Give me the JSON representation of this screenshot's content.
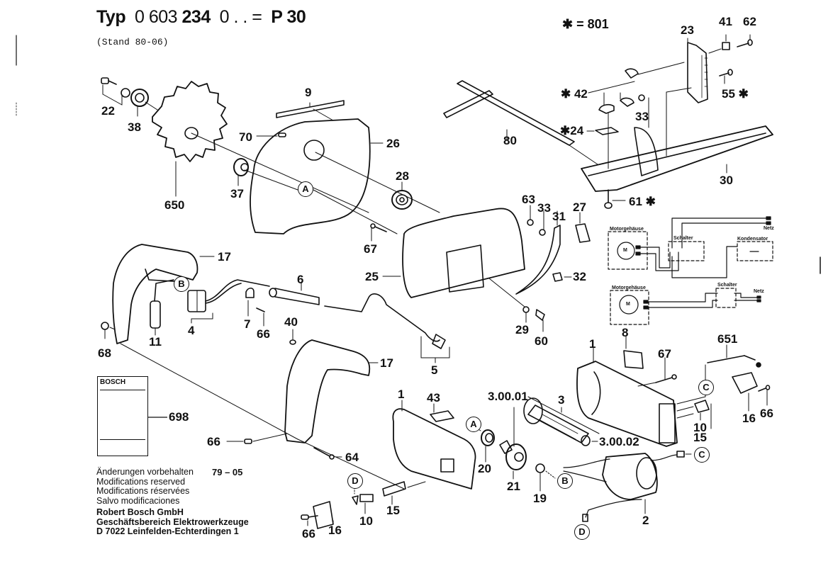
{
  "header": {
    "typ_label": "Typ",
    "typ_number_prefix": "0 603",
    "typ_number_bold": "234",
    "typ_suffix": "0 . . =",
    "model": "P 30",
    "stand": "(Stand 80-06)"
  },
  "legend": {
    "star_equals": "✱ = 801"
  },
  "parts": [
    {
      "id": "22",
      "text": "22"
    },
    {
      "id": "38",
      "text": "38"
    },
    {
      "id": "650",
      "text": "650"
    },
    {
      "id": "37",
      "text": "37"
    },
    {
      "id": "9",
      "text": "9"
    },
    {
      "id": "70",
      "text": "70"
    },
    {
      "id": "26",
      "text": "26"
    },
    {
      "id": "28",
      "text": "28"
    },
    {
      "id": "80",
      "text": "80"
    },
    {
      "id": "23",
      "text": "23"
    },
    {
      "id": "41",
      "text": "41"
    },
    {
      "id": "62",
      "text": "62"
    },
    {
      "id": "42",
      "text": "✱ 42"
    },
    {
      "id": "55",
      "text": "55 ✱"
    },
    {
      "id": "33a",
      "text": "33"
    },
    {
      "id": "24",
      "text": "✱24"
    },
    {
      "id": "30",
      "text": "30"
    },
    {
      "id": "61",
      "text": "61 ✱"
    },
    {
      "id": "63",
      "text": "63"
    },
    {
      "id": "33b",
      "text": "33"
    },
    {
      "id": "31",
      "text": "31"
    },
    {
      "id": "27",
      "text": "27"
    },
    {
      "id": "67a",
      "text": "67"
    },
    {
      "id": "25",
      "text": "25"
    },
    {
      "id": "32",
      "text": "32"
    },
    {
      "id": "29",
      "text": "29"
    },
    {
      "id": "60",
      "text": "60"
    },
    {
      "id": "17a",
      "text": "17"
    },
    {
      "id": "6",
      "text": "6"
    },
    {
      "id": "11",
      "text": "11"
    },
    {
      "id": "4",
      "text": "4"
    },
    {
      "id": "7",
      "text": "7"
    },
    {
      "id": "66a",
      "text": "66"
    },
    {
      "id": "40",
      "text": "40"
    },
    {
      "id": "68",
      "text": "68"
    },
    {
      "id": "5",
      "text": "5"
    },
    {
      "id": "17b",
      "text": "17"
    },
    {
      "id": "698",
      "text": "698"
    },
    {
      "id": "66b",
      "text": "66"
    },
    {
      "id": "64",
      "text": "64"
    },
    {
      "id": "1a",
      "text": "1"
    },
    {
      "id": "43",
      "text": "43"
    },
    {
      "id": "20",
      "text": "20"
    },
    {
      "id": "21",
      "text": "21"
    },
    {
      "id": "19",
      "text": "19"
    },
    {
      "id": "3",
      "text": "3"
    },
    {
      "id": "3.00.01",
      "text": "3.00.01"
    },
    {
      "id": "3.00.02",
      "text": "3.00.02"
    },
    {
      "id": "2",
      "text": "2"
    },
    {
      "id": "1b",
      "text": "1"
    },
    {
      "id": "8",
      "text": "8"
    },
    {
      "id": "67b",
      "text": "67"
    },
    {
      "id": "651",
      "text": "651"
    },
    {
      "id": "10a",
      "text": "10"
    },
    {
      "id": "15a",
      "text": "15"
    },
    {
      "id": "16a",
      "text": "16"
    },
    {
      "id": "66c",
      "text": "66"
    },
    {
      "id": "15b",
      "text": "15"
    },
    {
      "id": "10b",
      "text": "10"
    },
    {
      "id": "16b",
      "text": "16"
    },
    {
      "id": "66d",
      "text": "66"
    }
  ],
  "connectors": {
    "A1": "A",
    "A2": "A",
    "B1": "B",
    "B2": "B",
    "C1": "C",
    "C2": "C",
    "D1": "D",
    "D2": "D"
  },
  "wiring": {
    "top": {
      "motor_housing": "Motorgehäuse",
      "switch": "Schalter",
      "capacitor": "Kondensator",
      "mains": "Netz",
      "motor_symbol": "M"
    },
    "bottom": {
      "motor_housing": "Motorgehäuse",
      "switch": "Schalter",
      "mains": "Netz",
      "motor_symbol": "M"
    }
  },
  "manual_card": {
    "brand": "BOSCH"
  },
  "footer": {
    "lines": [
      "Änderungen vorbehalten",
      "Modifications reserved",
      "Modifications réservées",
      "Salvo modificaciones"
    ],
    "date": "79 – 05",
    "company": "Robert Bosch GmbH",
    "division": "Geschäftsbereich Elektrowerkzeuge",
    "address": "D 7022 Leinfelden-Echterdingen 1"
  }
}
